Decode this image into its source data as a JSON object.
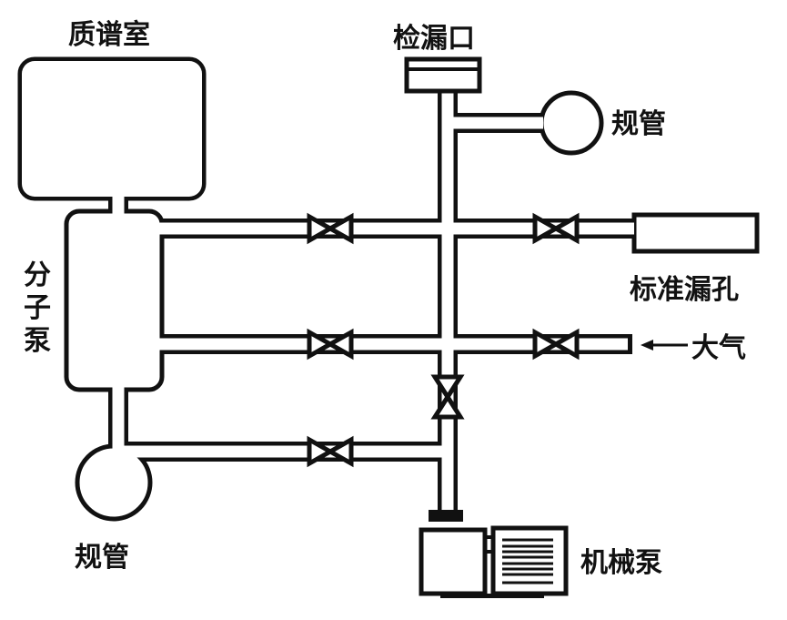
{
  "labels": {
    "mass_spec_chamber": "质谱室",
    "leak_detection_port": "检漏口",
    "gauge_top": "规管",
    "standard_leak": "标准漏孔",
    "atmosphere": "大气",
    "molecular_pump": [
      "分",
      "子",
      "泵"
    ],
    "gauge_bottom": "规管",
    "mechanical_pump": "机械泵"
  },
  "colors": {
    "line": "#111111",
    "background": "#ffffff"
  }
}
